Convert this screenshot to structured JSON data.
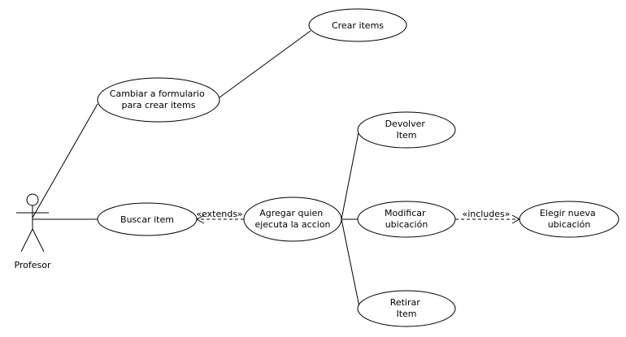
{
  "actor": {
    "name": "Profesor"
  },
  "use_cases": {
    "crear_items": [
      "Crear items"
    ],
    "cambiar_formulario": [
      "Cambiar a formulario",
      "para crear items"
    ],
    "buscar_item": [
      "Buscar item"
    ],
    "agregar_quien": [
      "Agregar quien",
      "ejecuta la accion"
    ],
    "devolver_item": [
      "Devolver",
      "Item"
    ],
    "modificar_ubicacion": [
      "Modificar",
      "ubicación"
    ],
    "elegir_nueva": [
      "Elegir nueva",
      "ubicación"
    ],
    "retirar_item": [
      "Retirar",
      "Item"
    ]
  },
  "stereotypes": {
    "extends": "«extends»",
    "includes": "«includes»"
  }
}
